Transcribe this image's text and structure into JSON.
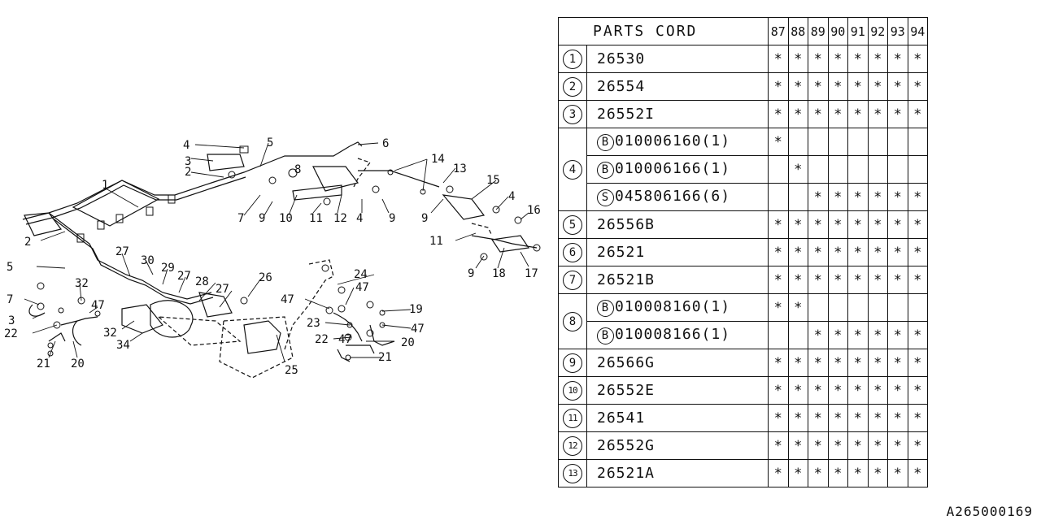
{
  "table": {
    "header": {
      "title": "PARTS CORD",
      "years": [
        "87",
        "88",
        "89",
        "90",
        "91",
        "92",
        "93",
        "94"
      ]
    },
    "mark": "*",
    "rows": [
      {
        "ref": "1",
        "items": [
          {
            "prefix": "",
            "code": "26530",
            "years": [
              1,
              1,
              1,
              1,
              1,
              1,
              1,
              1
            ]
          }
        ]
      },
      {
        "ref": "2",
        "items": [
          {
            "prefix": "",
            "code": "26554",
            "years": [
              1,
              1,
              1,
              1,
              1,
              1,
              1,
              1
            ]
          }
        ]
      },
      {
        "ref": "3",
        "items": [
          {
            "prefix": "",
            "code": "26552I",
            "years": [
              1,
              1,
              1,
              1,
              1,
              1,
              1,
              1
            ]
          }
        ]
      },
      {
        "ref": "4",
        "items": [
          {
            "prefix": "B",
            "code": "010006160(1)",
            "years": [
              1,
              0,
              0,
              0,
              0,
              0,
              0,
              0
            ]
          },
          {
            "prefix": "B",
            "code": "010006166(1)",
            "years": [
              0,
              1,
              0,
              0,
              0,
              0,
              0,
              0
            ]
          },
          {
            "prefix": "S",
            "code": "045806166(6)",
            "years": [
              0,
              0,
              1,
              1,
              1,
              1,
              1,
              1
            ]
          }
        ]
      },
      {
        "ref": "5",
        "items": [
          {
            "prefix": "",
            "code": "26556B",
            "years": [
              1,
              1,
              1,
              1,
              1,
              1,
              1,
              1
            ]
          }
        ]
      },
      {
        "ref": "6",
        "items": [
          {
            "prefix": "",
            "code": "26521",
            "years": [
              1,
              1,
              1,
              1,
              1,
              1,
              1,
              1
            ]
          }
        ]
      },
      {
        "ref": "7",
        "items": [
          {
            "prefix": "",
            "code": "26521B",
            "years": [
              1,
              1,
              1,
              1,
              1,
              1,
              1,
              1
            ]
          }
        ]
      },
      {
        "ref": "8",
        "items": [
          {
            "prefix": "B",
            "code": "010008160(1)",
            "years": [
              1,
              1,
              0,
              0,
              0,
              0,
              0,
              0
            ]
          },
          {
            "prefix": "B",
            "code": "010008166(1)",
            "years": [
              0,
              0,
              1,
              1,
              1,
              1,
              1,
              1
            ]
          }
        ]
      },
      {
        "ref": "9",
        "items": [
          {
            "prefix": "",
            "code": "26566G",
            "years": [
              1,
              1,
              1,
              1,
              1,
              1,
              1,
              1
            ]
          }
        ]
      },
      {
        "ref": "10",
        "items": [
          {
            "prefix": "",
            "code": "26552E",
            "years": [
              1,
              1,
              1,
              1,
              1,
              1,
              1,
              1
            ]
          }
        ]
      },
      {
        "ref": "11",
        "items": [
          {
            "prefix": "",
            "code": "26541",
            "years": [
              1,
              1,
              1,
              1,
              1,
              1,
              1,
              1
            ]
          }
        ]
      },
      {
        "ref": "12",
        "items": [
          {
            "prefix": "",
            "code": "26552G",
            "years": [
              1,
              1,
              1,
              1,
              1,
              1,
              1,
              1
            ]
          }
        ]
      },
      {
        "ref": "13",
        "items": [
          {
            "prefix": "",
            "code": "26521A",
            "years": [
              1,
              1,
              1,
              1,
              1,
              1,
              1,
              1
            ]
          }
        ]
      }
    ]
  },
  "callouts": [
    "1",
    "2",
    "2",
    "3",
    "3",
    "4",
    "4",
    "4",
    "5",
    "5",
    "6",
    "7",
    "7",
    "8",
    "9",
    "9",
    "9",
    "9",
    "10",
    "11",
    "11",
    "12",
    "13",
    "14",
    "15",
    "16",
    "17",
    "18",
    "19",
    "20",
    "20",
    "21",
    "21",
    "22",
    "22",
    "23",
    "24",
    "25",
    "26",
    "27",
    "27",
    "27",
    "28",
    "29",
    "30",
    "32",
    "32",
    "34",
    "47",
    "47",
    "47",
    "47",
    "47"
  ],
  "figure_id": "A265000169"
}
